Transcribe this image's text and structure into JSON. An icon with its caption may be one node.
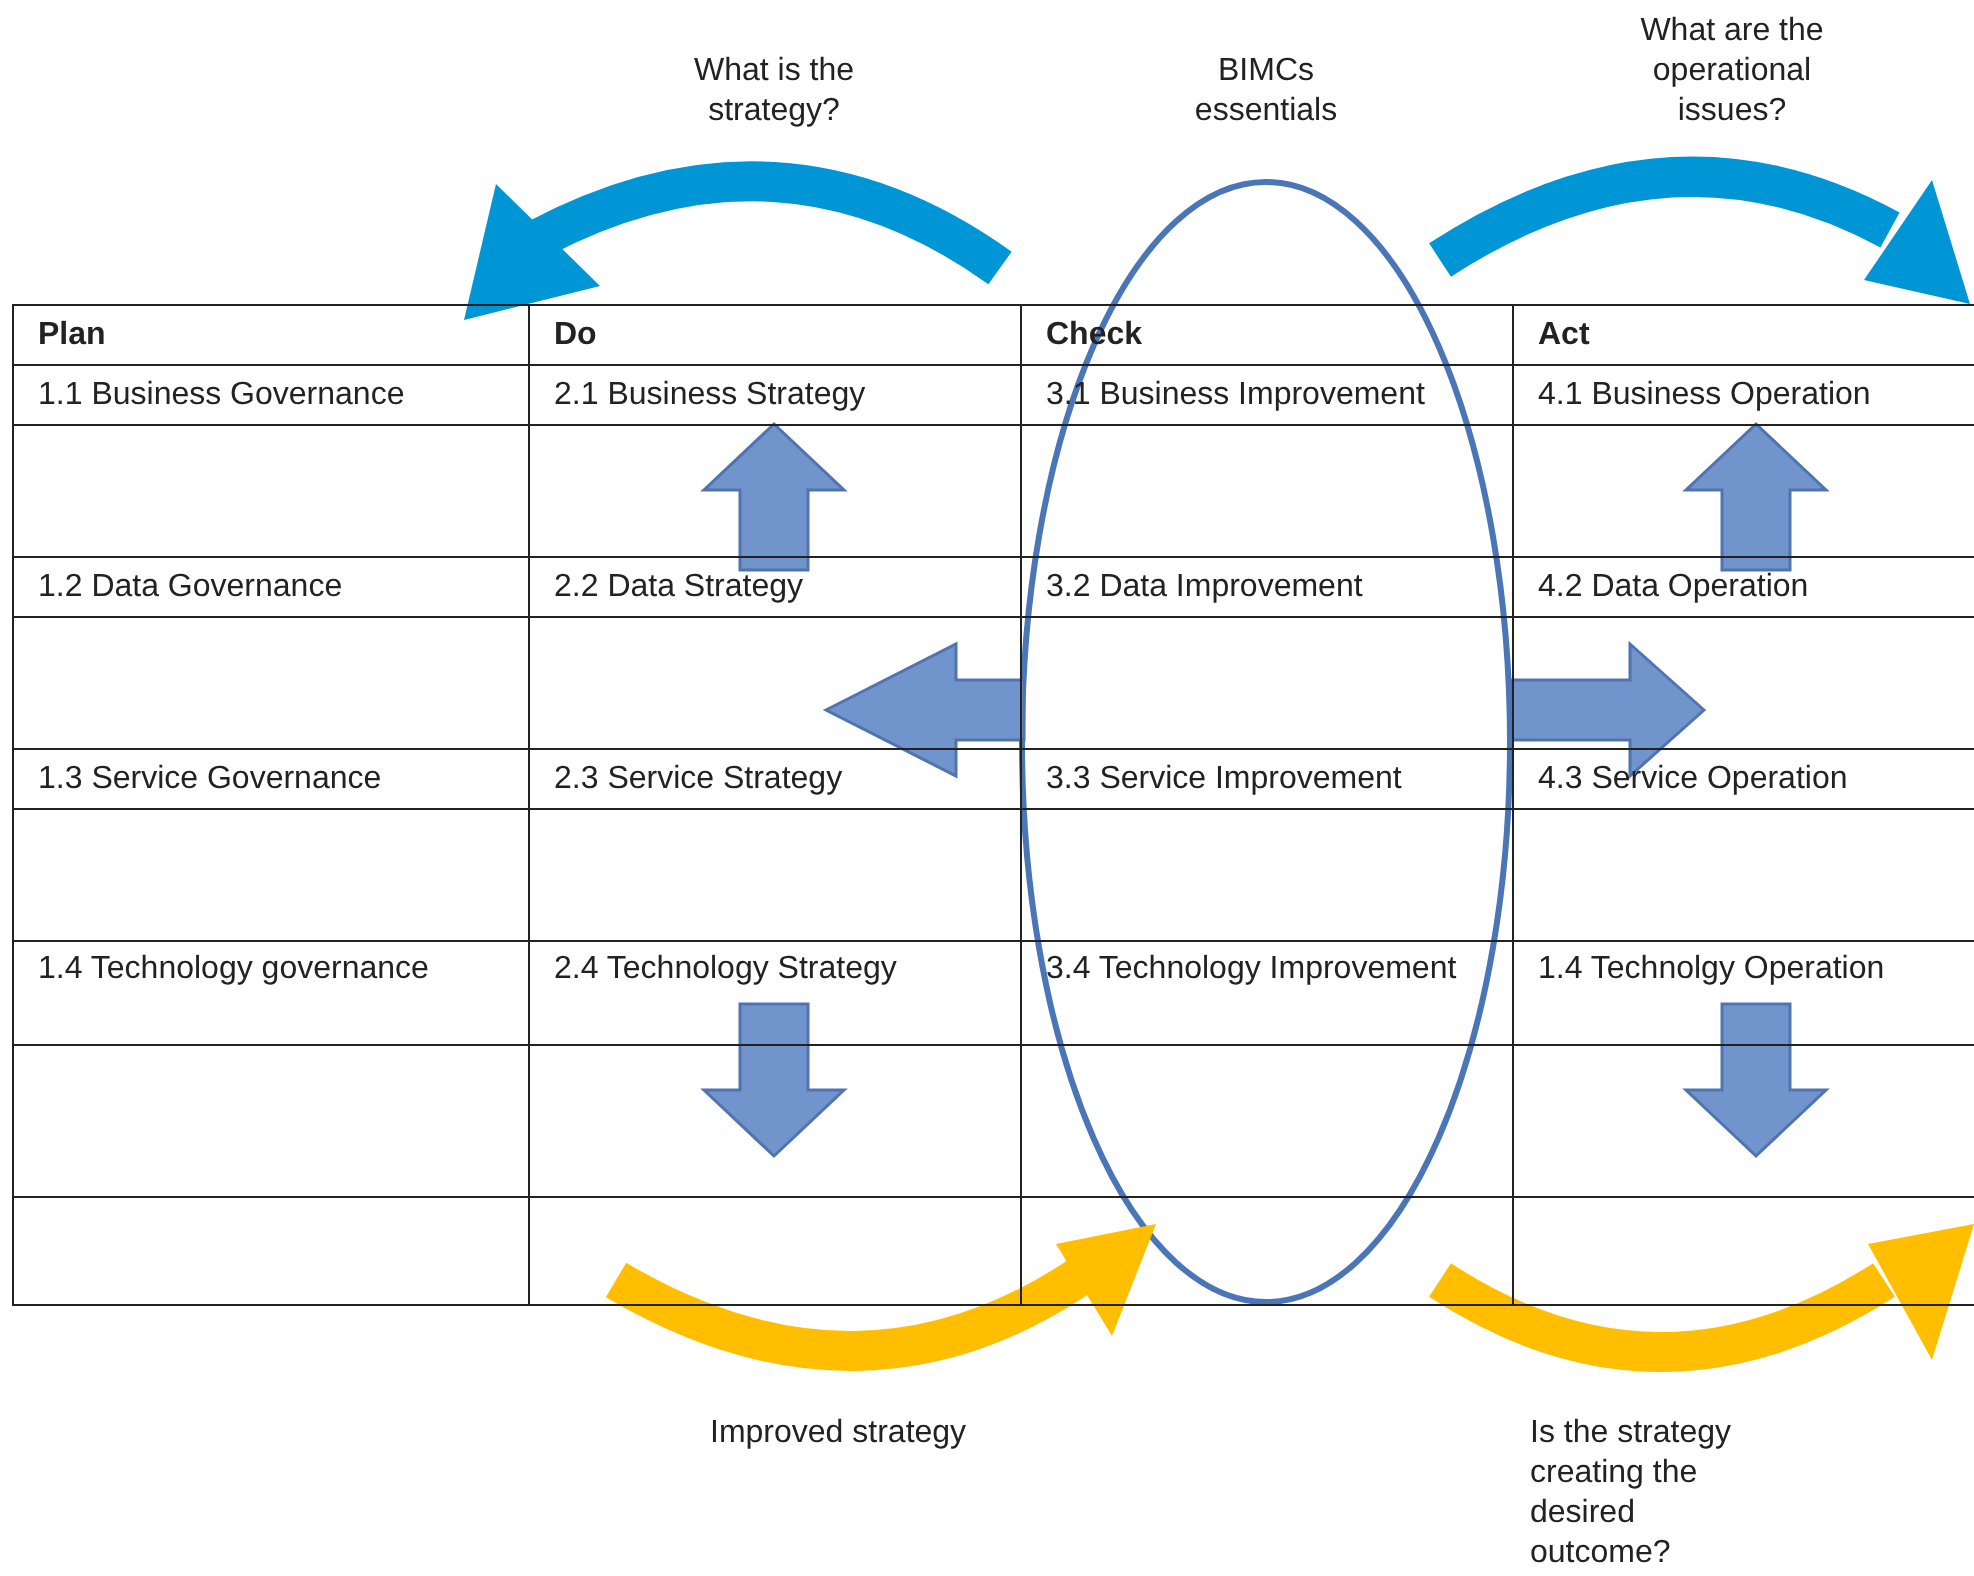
{
  "diagram": {
    "labels": [
      "What is the strategy?",
      "BIMCs essentials",
      "What are the operational issues?",
      "Plan",
      "Do",
      "Check",
      "Act",
      "1.1 Business Governance",
      "2.1 Business Strategy",
      "3.1 Business Improvement",
      "4.1 Business Operation",
      "1.2 Data Governance",
      "2.2 Data Strategy",
      "3.2 Data Improvement",
      "4.2 Data Operation",
      "1.3 Service Governance",
      "2.3 Service Strategy",
      "3.3 Service Improvement",
      "4.3 Service Operation",
      "1.4 Technology governance",
      "2.4 Technology Strategy",
      "3.4 Technology Improvement",
      "1.4 Technolgy Operation",
      "Improved strategy",
      "Is the strategy creating the desired outcome?"
    ]
  }
}
